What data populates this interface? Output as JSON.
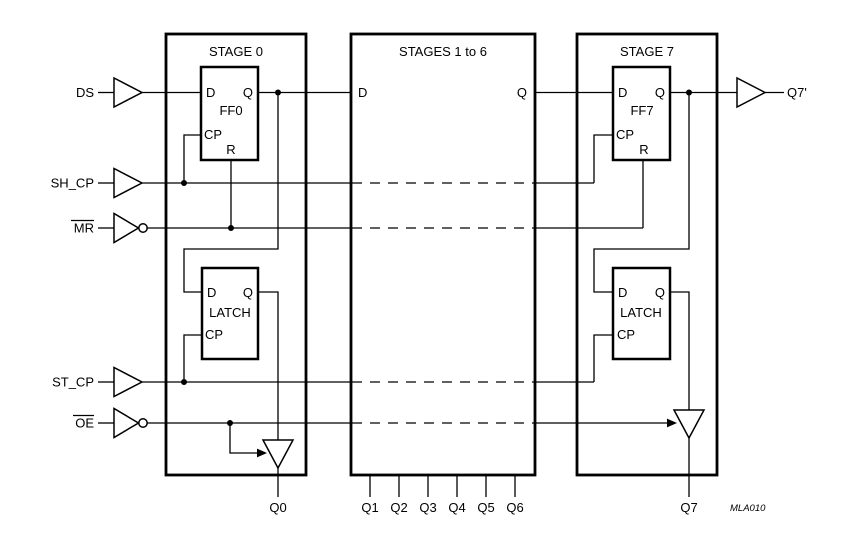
{
  "inputs": {
    "ds": "DS",
    "sh_cp": "SH_CP",
    "mr": "MR",
    "st_cp": "ST_CP",
    "oe": "OE"
  },
  "stage0": {
    "title": "STAGE 0",
    "ff": {
      "d": "D",
      "q": "Q",
      "name": "FF0",
      "cp": "CP",
      "r": "R"
    },
    "latch": {
      "d": "D",
      "q": "Q",
      "name": "LATCH",
      "cp": "CP"
    },
    "output": "Q0"
  },
  "stages1to6": {
    "title": "STAGES 1 to 6",
    "d": "D",
    "q": "Q",
    "outputs": [
      "Q1",
      "Q2",
      "Q3",
      "Q4",
      "Q5",
      "Q6"
    ]
  },
  "stage7": {
    "title": "STAGE 7",
    "ff": {
      "d": "D",
      "q": "Q",
      "name": "FF7",
      "cp": "CP",
      "r": "R"
    },
    "latch": {
      "d": "D",
      "q": "Q",
      "name": "LATCH",
      "cp": "CP"
    },
    "output": "Q7",
    "buffered_output": "Q7'"
  },
  "note": "MLA010",
  "colors": {
    "line": "#000000",
    "background": "#ffffff"
  }
}
